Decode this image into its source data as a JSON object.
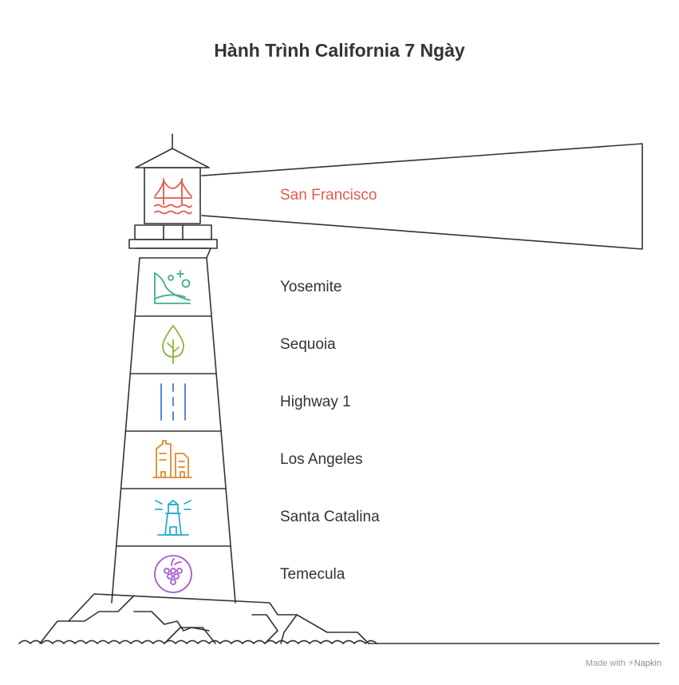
{
  "title": "Hành Trình California 7 Ngày",
  "stops": [
    {
      "label": "San Francisco",
      "icon": "golden-gate-bridge-icon",
      "color": "#e05a4f"
    },
    {
      "label": "Yosemite",
      "icon": "mountain-landscape-icon",
      "color": "#3fae8c"
    },
    {
      "label": "Sequoia",
      "icon": "tree-icon",
      "color": "#8ab23c"
    },
    {
      "label": "Highway 1",
      "icon": "road-icon",
      "color": "#3f7ad9"
    },
    {
      "label": "Los Angeles",
      "icon": "city-buildings-icon",
      "color": "#e08a2e"
    },
    {
      "label": "Santa Catalina",
      "icon": "lighthouse-icon",
      "color": "#2aa9d1"
    },
    {
      "label": "Temecula",
      "icon": "grapes-icon",
      "color": "#a65bd1"
    }
  ],
  "credit": {
    "prefix": "Made with",
    "brand": "Napkin"
  }
}
